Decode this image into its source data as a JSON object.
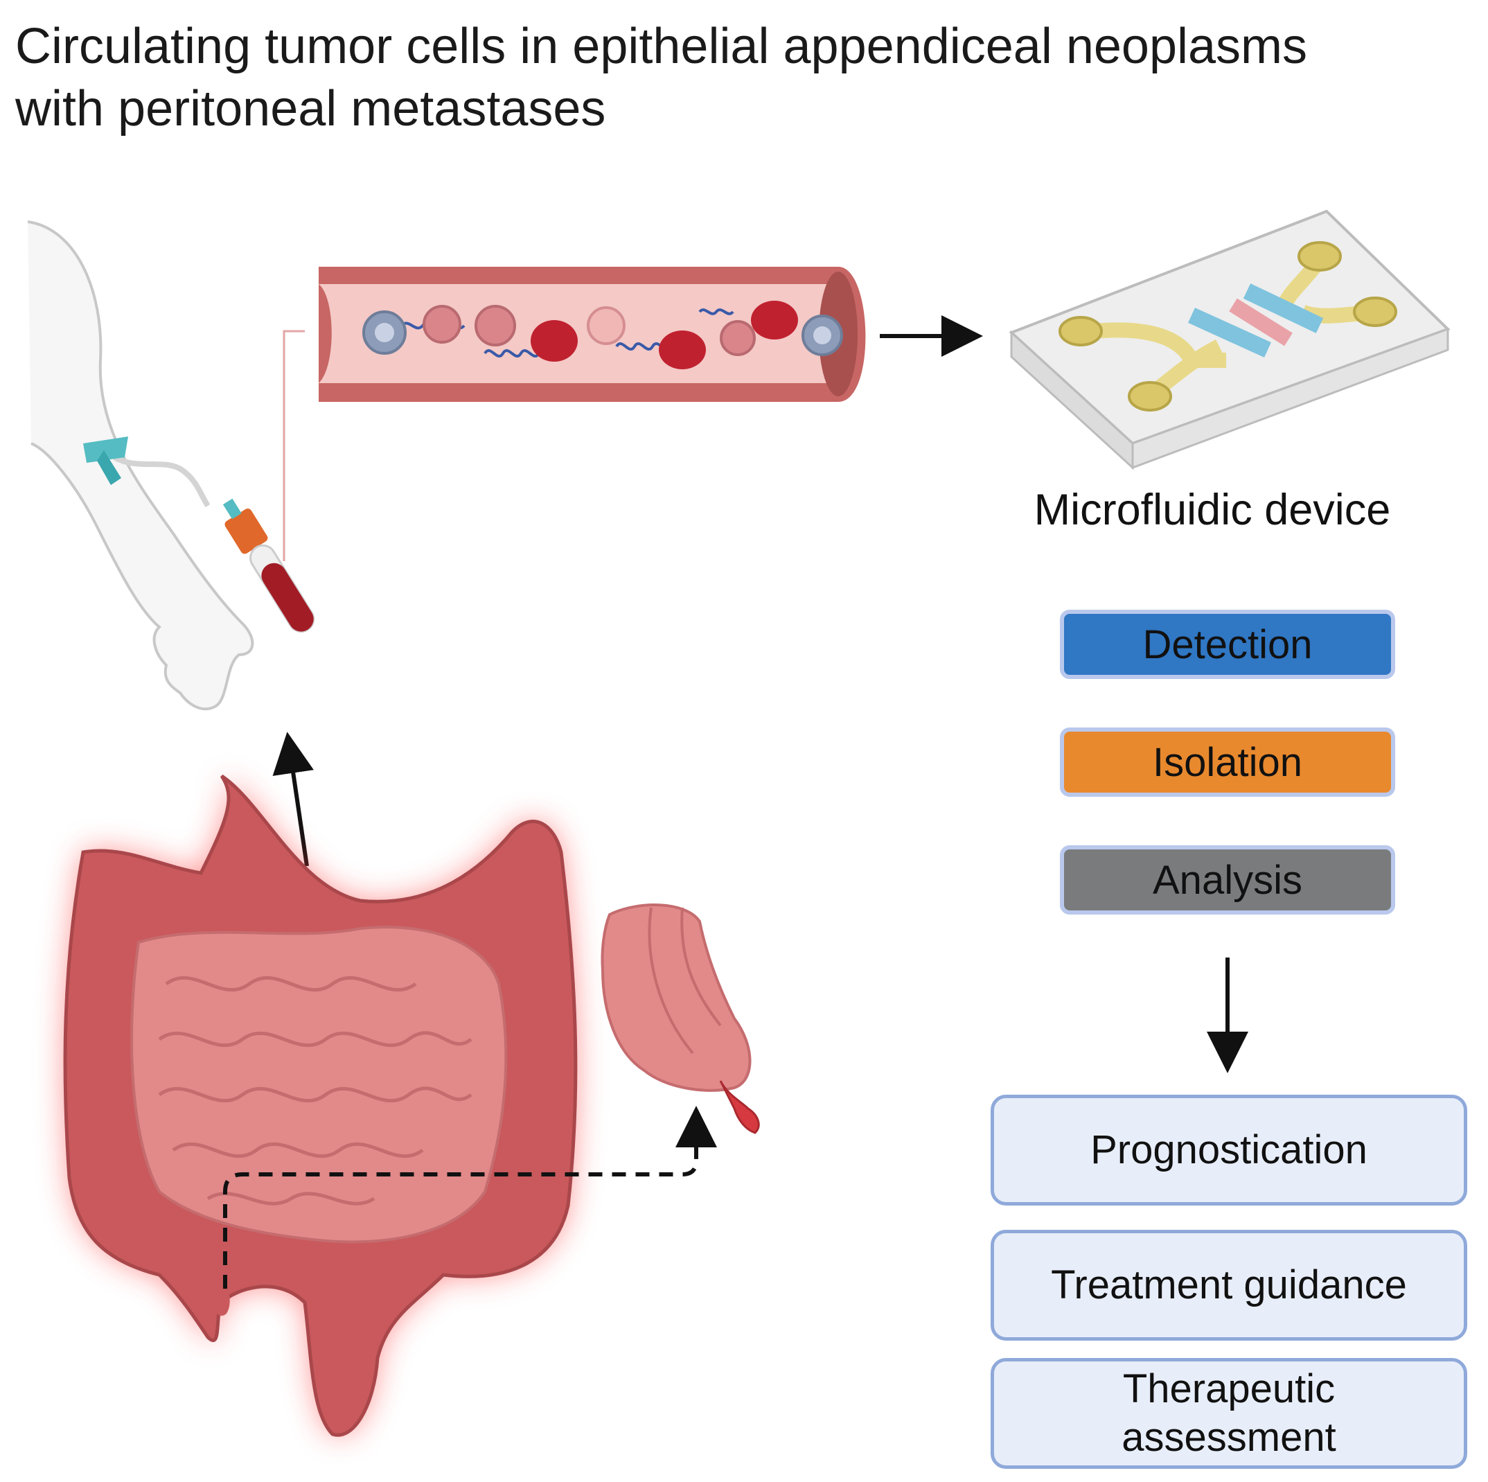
{
  "title": {
    "line1": "Circulating tumor cells in epithelial appendiceal neoplasms",
    "line2": "with peritoneal metastases"
  },
  "device_label": "Microfluidic device",
  "steps": [
    {
      "label": "Detection",
      "color": "#3077c4"
    },
    {
      "label": "Isolation",
      "color": "#e8892e"
    },
    {
      "label": "Analysis",
      "color": "#7a7b7d"
    }
  ],
  "outcomes": [
    {
      "label": "Prognostication"
    },
    {
      "label": "Treatment guidance"
    },
    {
      "label": "Therapeutic assessment"
    }
  ],
  "colors": {
    "vessel_wall": "#c76664",
    "vessel_lumen": "#f4c9c6",
    "red_blood_cell": "#c0212f",
    "white_blood_cell": "#8d9cb8",
    "tumor_cell": "#d9858a",
    "dna": "#3a5aa8",
    "colon": "#c9595c",
    "small_intestine": "#e2898a",
    "glow": "#ff3a3a",
    "tourniquet": "#54bcc2",
    "tube_cap": "#e0682a",
    "blood": "#a21c26",
    "chip_yellow": "#e8d98a",
    "chip_blue": "#7fc3de",
    "chip_red": "#e9a2a8",
    "arrow": "#111111",
    "outcome_border": "#8fa9da",
    "outcome_fill": "#e8eef9"
  }
}
